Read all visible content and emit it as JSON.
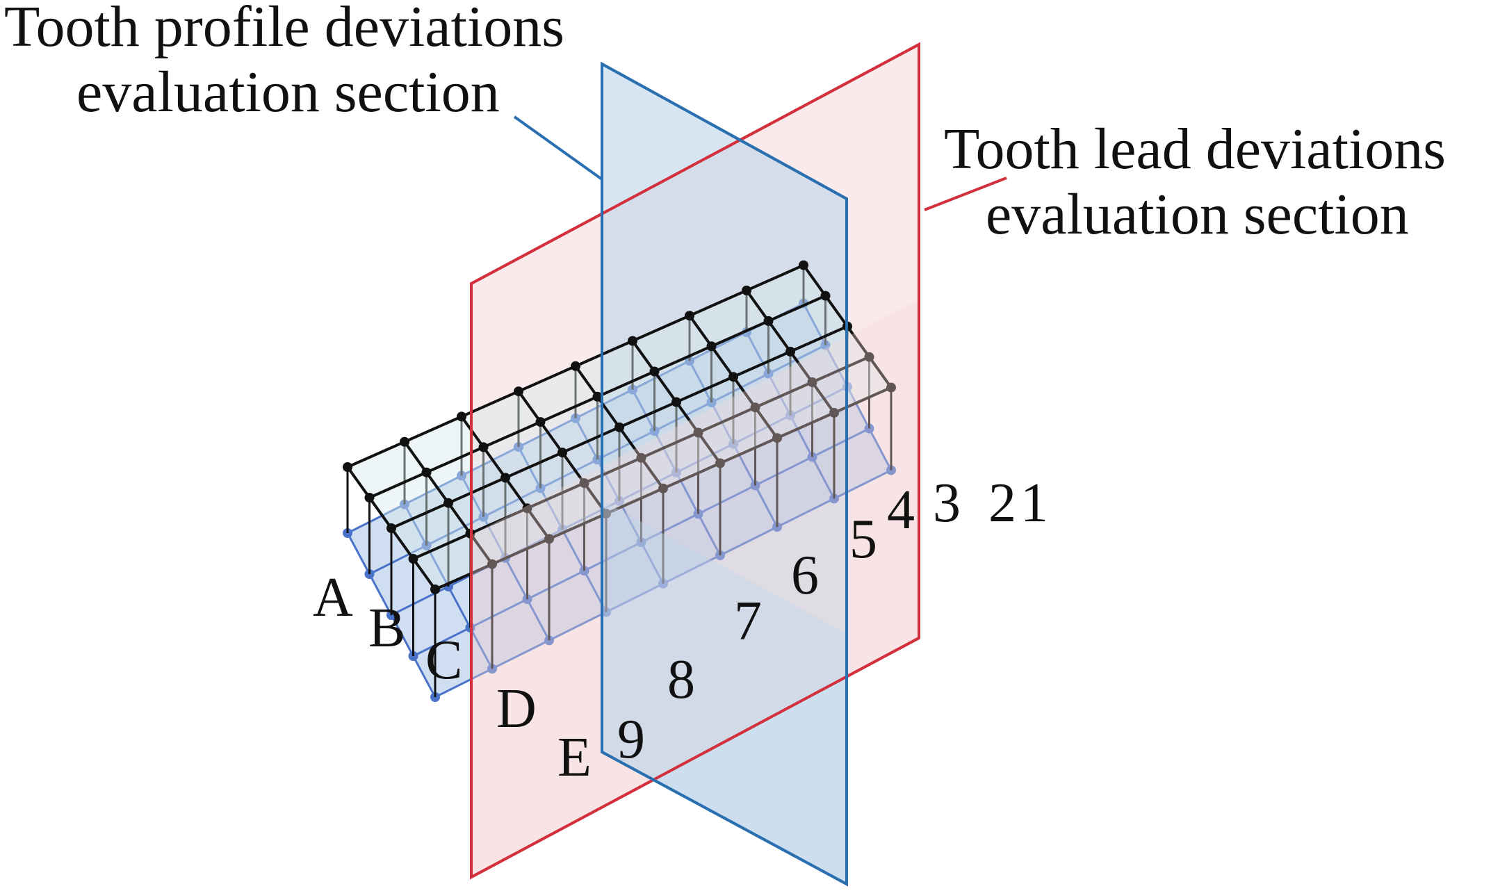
{
  "labels": {
    "profile_section_line1": "Tooth profile deviations",
    "profile_section_line2": "evaluation section",
    "lead_section_line1": "Tooth lead deviations",
    "lead_section_line2": "evaluation section"
  },
  "row_labels": [
    "A",
    "B",
    "C",
    "D",
    "E"
  ],
  "column_labels": [
    "1",
    "2",
    "3",
    "4",
    "5",
    "6",
    "7",
    "8",
    "9"
  ],
  "colors": {
    "profile_plane_stroke": "#2a6fb0",
    "profile_plane_fill": "#bdd4ea",
    "lead_plane_stroke": "#d2303c",
    "lead_plane_fill": "#f6d9da",
    "nominal_grid": "#111111",
    "deviation_surface": "#4a72c8",
    "deviation_fill": "#a9c3e6"
  }
}
